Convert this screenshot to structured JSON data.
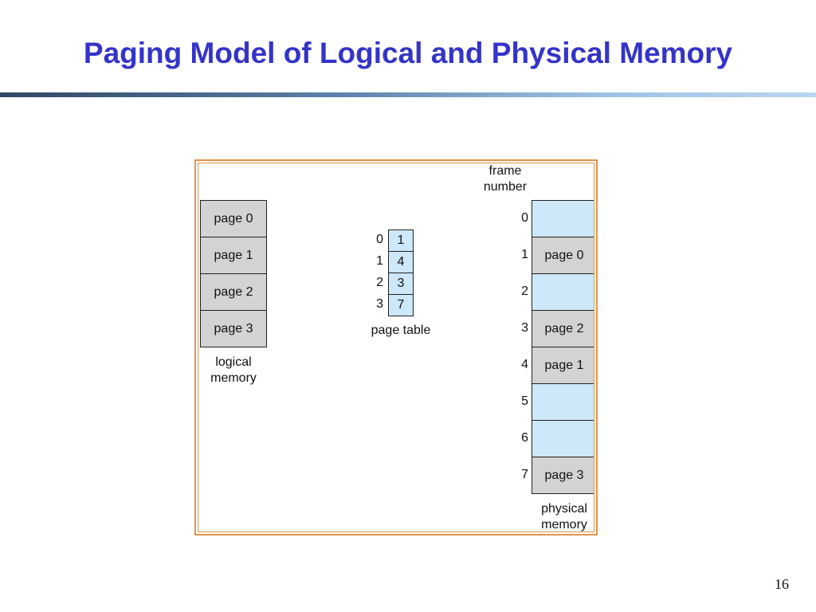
{
  "slide": {
    "title": "Paging Model of Logical and Physical Memory",
    "page_number": "16"
  },
  "diagram": {
    "logical_memory": {
      "pages": [
        "page 0",
        "page 1",
        "page 2",
        "page 3"
      ],
      "caption_line1": "logical",
      "caption_line2": "memory"
    },
    "page_table": {
      "indices": [
        "0",
        "1",
        "2",
        "3"
      ],
      "frames": [
        "1",
        "4",
        "3",
        "7"
      ],
      "caption": "page table"
    },
    "physical_memory": {
      "header_line1": "frame",
      "header_line2": "number",
      "frame_numbers": [
        "0",
        "1",
        "2",
        "3",
        "4",
        "5",
        "6",
        "7"
      ],
      "contents": [
        "",
        "page 0",
        "",
        "page 2",
        "page 1",
        "",
        "",
        "page 3"
      ],
      "caption_line1": "physical",
      "caption_line2": "memory"
    },
    "colors": {
      "occupied_fill": "#d3d3d3",
      "free_fill": "#cde8f8",
      "frame_border": "#e2934a",
      "title": "#3434c8"
    }
  }
}
